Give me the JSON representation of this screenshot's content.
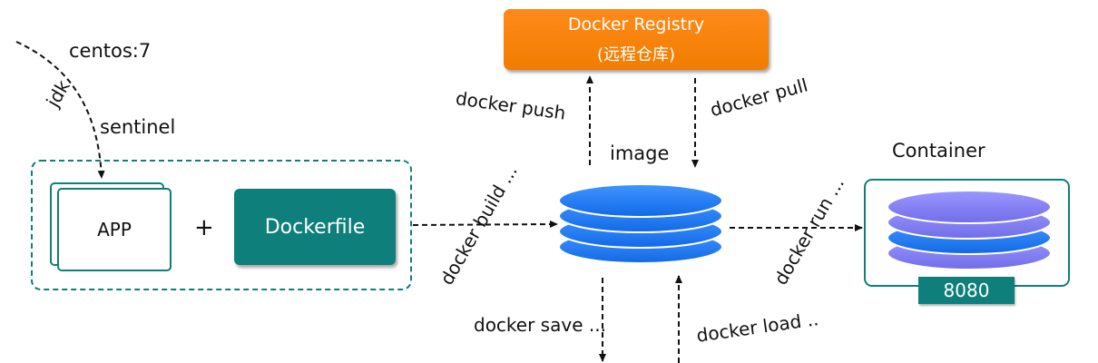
{
  "registry": {
    "title": "Docker Registry",
    "subtitle": "(远程仓库)"
  },
  "base": {
    "image": "centos:7",
    "jdk": "jdk",
    "app_name": "sentinel"
  },
  "app_label": "APP",
  "plus": "+",
  "dockerfile_label": "Dockerfile",
  "image_label": "image",
  "container_label": "Container",
  "port_label": "8080",
  "commands": {
    "push": "docker push",
    "pull": "docker pull",
    "build": "docker build ...",
    "run": "docker run ...",
    "save": "docker save ...",
    "load": "docker load .."
  },
  "colors": {
    "registry": "#f27f00",
    "teal": "#0e7f7a",
    "image_disk": "#1f7ef2",
    "container_disk_a": "#7f7bf0",
    "container_disk_b": "#1f7ef2"
  }
}
